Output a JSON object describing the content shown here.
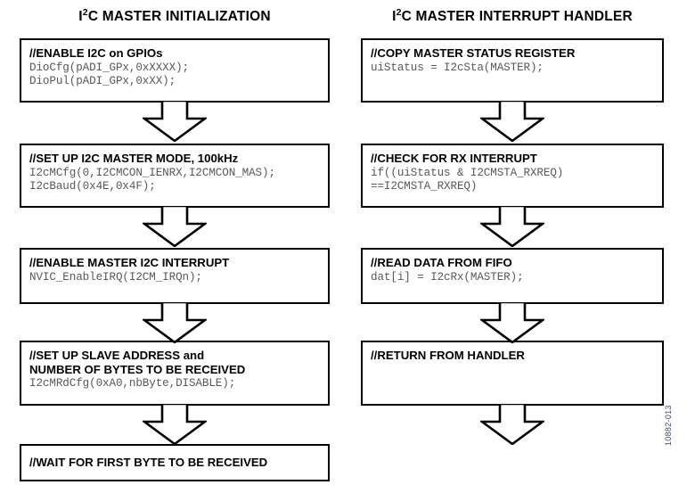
{
  "figure": {
    "number": "10882-013"
  },
  "columns": [
    {
      "id": "initialization",
      "title_prefix": "I",
      "title_sup": "2",
      "title_rest": "C MASTER INITIALIZATION",
      "steps": [
        {
          "comment": "//ENABLE I2C on GPIOs",
          "code": [
            "DioCfg(pADI_GPx,0xXXXX);",
            "DioPul(pADI_GPx,0xXX);"
          ]
        },
        {
          "comment": "//SET UP I2C MASTER MODE, 100kHz",
          "code": [
            "I2cMCfg(0,I2CMCON_IENRX,I2CMCON_MAS);",
            "I2cBaud(0x4E,0x4F);"
          ]
        },
        {
          "comment": "//ENABLE MASTER I2C INTERRUPT",
          "code": [
            "NVIC_EnableIRQ(I2CM_IRQn);"
          ]
        },
        {
          "comment": "//SET UP SLAVE ADDRESS and\n//NUMBER OF BYTES TO BE RECEIVED",
          "comment_line1": "//SET UP SLAVE ADDRESS and",
          "comment_line2": "NUMBER OF BYTES TO BE RECEIVED",
          "code": [
            "I2cMRdCfg(0xA0,nbByte,DISABLE);"
          ]
        },
        {
          "comment": "//WAIT FOR FIRST BYTE TO BE RECEIVED",
          "code": []
        }
      ]
    },
    {
      "id": "interrupt-handler",
      "title_prefix": "I",
      "title_sup": "2",
      "title_rest": "C MASTER INTERRUPT HANDLER",
      "steps": [
        {
          "comment": "//COPY MASTER STATUS REGISTER",
          "code": [
            "uiStatus = I2cSta(MASTER);"
          ]
        },
        {
          "comment": "//CHECK FOR RX INTERRUPT",
          "code": [
            "if((uiStatus & I2CMSTA_RXREQ)",
            "==I2CMSTA_RXREQ)"
          ]
        },
        {
          "comment": "//READ DATA FROM FIFO",
          "code": [
            "dat[i] = I2cRx(MASTER);"
          ]
        },
        {
          "comment": "//RETURN FROM HANDLER",
          "code": []
        }
      ]
    }
  ],
  "colors": {
    "outline": "#000000",
    "comment_text": "#000000",
    "code_text": "#55585c",
    "background": "#ffffff",
    "figure_number": "#3a4a66"
  }
}
